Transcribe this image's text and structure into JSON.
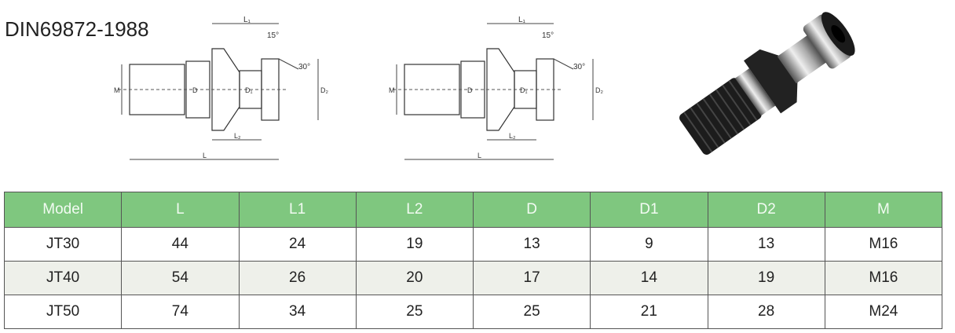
{
  "title": "DIN69872-1988",
  "drawing_labels": {
    "L1": "L₁",
    "L2": "L₂",
    "L": "L",
    "M": "M",
    "D": "D",
    "D1": "D₁",
    "D2": "D₂",
    "angle15": "15°",
    "angle30": "30°"
  },
  "table": {
    "headers": [
      "Model",
      "L",
      "L1",
      "L2",
      "D",
      "D1",
      "D2",
      "M"
    ],
    "rows": [
      [
        "JT30",
        "44",
        "24",
        "19",
        "13",
        "9",
        "13",
        "M16"
      ],
      [
        "JT40",
        "54",
        "26",
        "20",
        "17",
        "14",
        "19",
        "M16"
      ],
      [
        "JT50",
        "74",
        "34",
        "25",
        "25",
        "21",
        "28",
        "M24"
      ]
    ],
    "header_color": "#7fc77f"
  }
}
